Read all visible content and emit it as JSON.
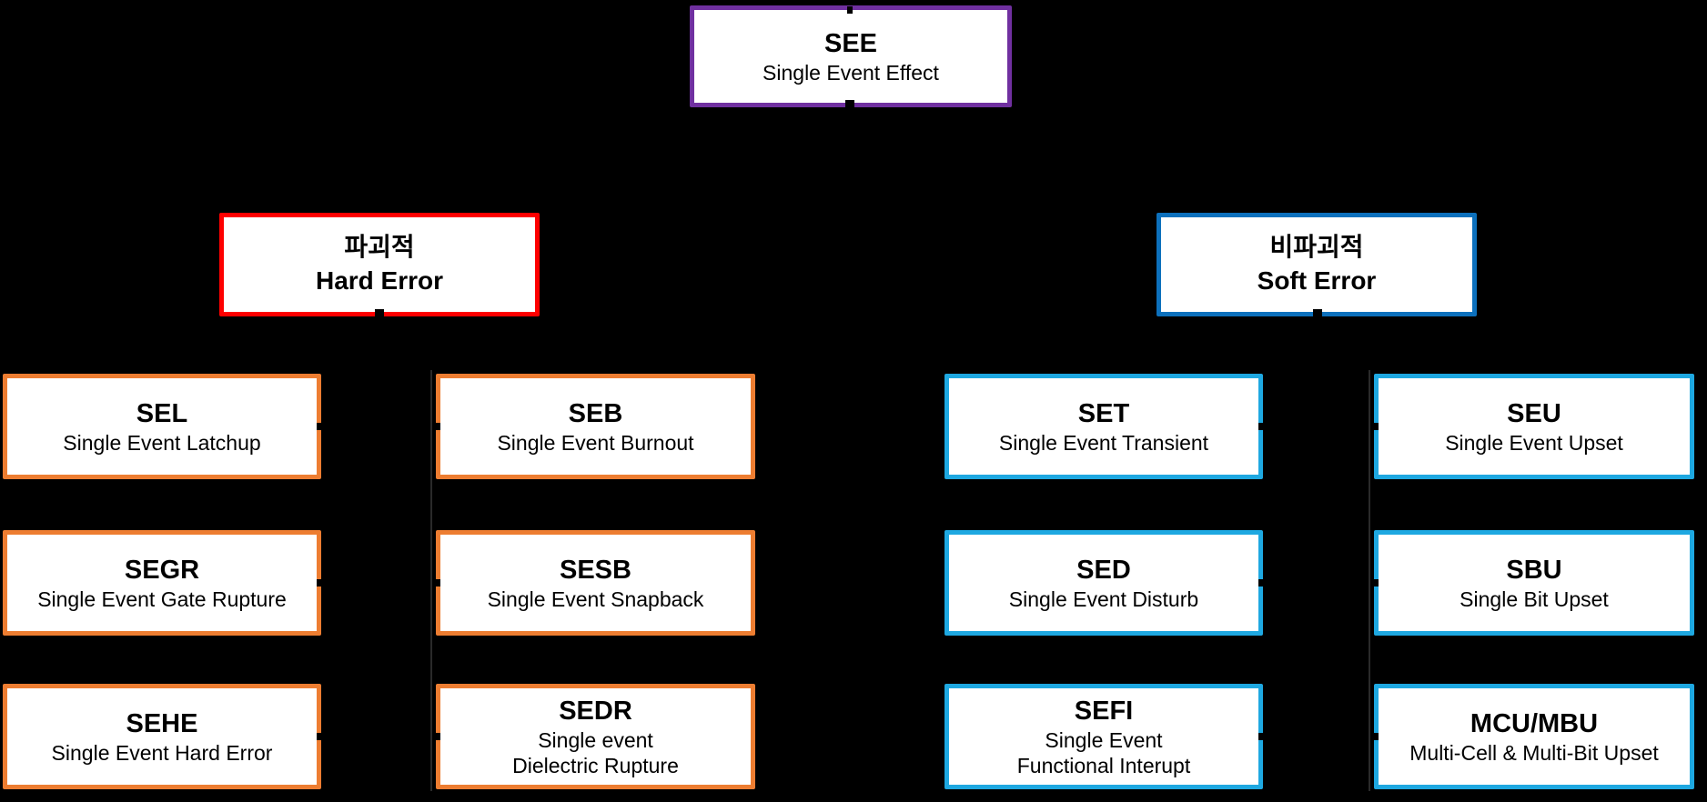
{
  "colors": {
    "background": "#000000",
    "box_fill": "#ffffff",
    "text": "#000000",
    "purple": "#7030A0",
    "red": "#FE0000",
    "blue": "#0C70BC",
    "orange": "#ED7D31",
    "light_blue": "#1EA8E1"
  },
  "nodes": {
    "see": {
      "title": "SEE",
      "subtitle": "Single Event Effect"
    },
    "hard": {
      "title": "파괴적",
      "subtitle": "Hard Error"
    },
    "soft": {
      "title": "비파괴적",
      "subtitle": "Soft Error"
    },
    "sel": {
      "title": "SEL",
      "subtitle": "Single Event Latchup"
    },
    "seb": {
      "title": "SEB",
      "subtitle": "Single Event Burnout"
    },
    "set": {
      "title": "SET",
      "subtitle": "Single Event Transient"
    },
    "seu": {
      "title": "SEU",
      "subtitle": "Single Event Upset"
    },
    "segr": {
      "title": "SEGR",
      "subtitle": "Single Event Gate Rupture"
    },
    "sesb": {
      "title": "SESB",
      "subtitle": "Single Event Snapback"
    },
    "sed": {
      "title": "SED",
      "subtitle": "Single Event Disturb"
    },
    "sbu": {
      "title": "SBU",
      "subtitle": "Single Bit Upset"
    },
    "sehe": {
      "title": "SEHE",
      "subtitle": "Single Event Hard Error"
    },
    "sedr": {
      "title": "SEDR",
      "subtitle": "Single event",
      "subtitle2": "Dielectric Rupture"
    },
    "sefi": {
      "title": "SEFI",
      "subtitle": "Single Event",
      "subtitle2": "Functional Interupt"
    },
    "mcu": {
      "title": "MCU/MBU",
      "subtitle": "Multi-Cell & Multi-Bit Upset"
    }
  }
}
